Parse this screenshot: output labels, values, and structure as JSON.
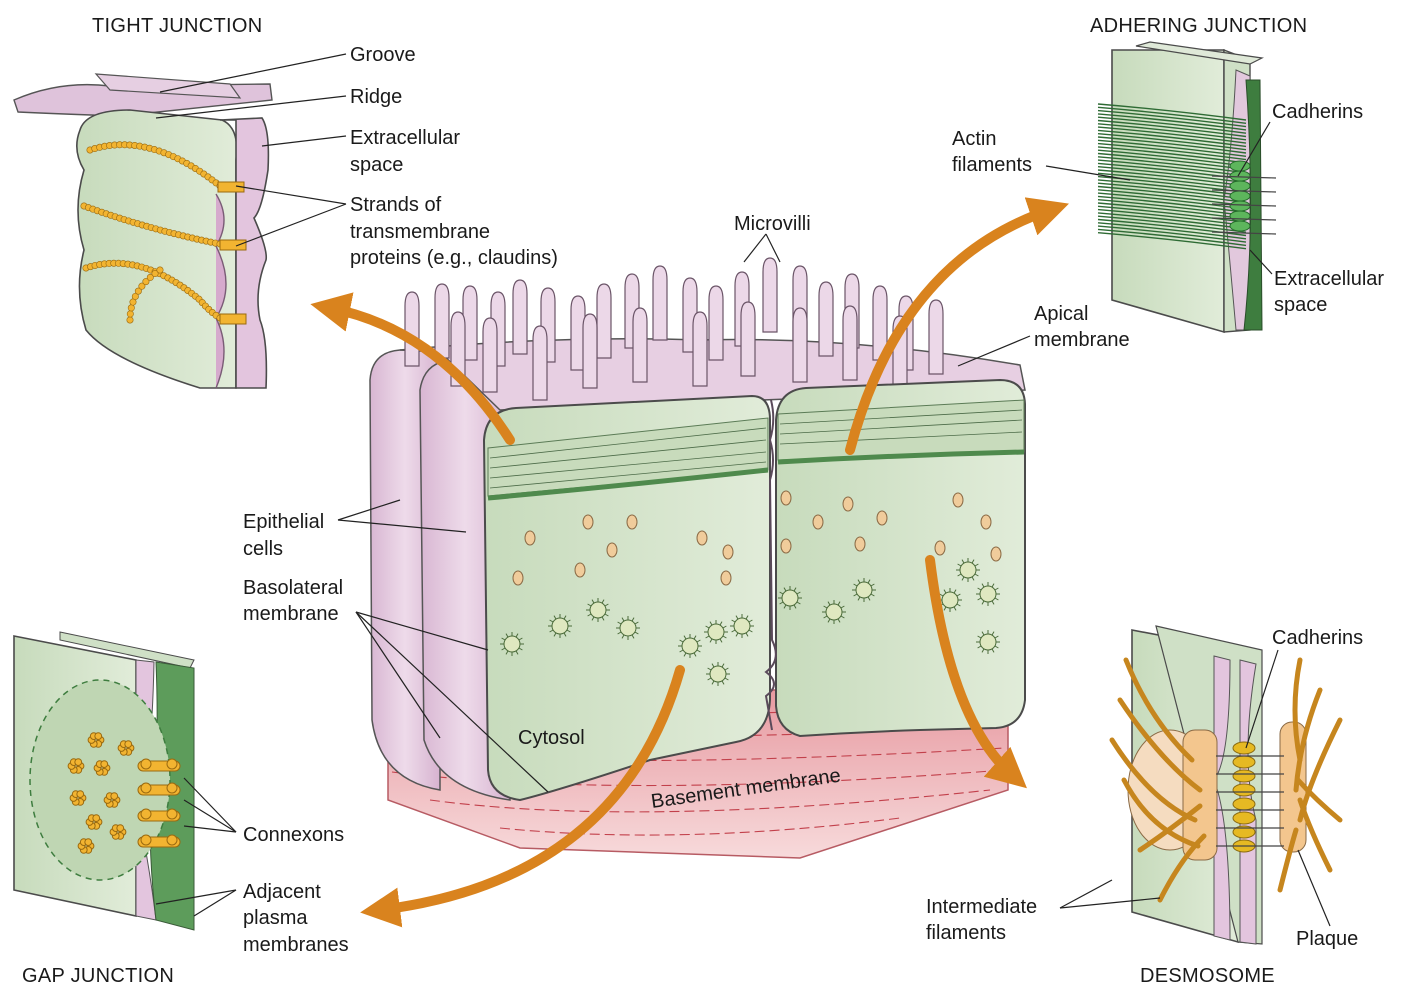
{
  "panels": {
    "tight_junction": {
      "title": "TIGHT JUNCTION",
      "labels": {
        "groove": "Groove",
        "ridge": "Ridge",
        "extracellular_1": "Extracellular",
        "extracellular_2": "space",
        "strands_1": "Strands of",
        "strands_2": "transmembrane",
        "strands_3": "proteins (e.g., claudins)"
      }
    },
    "adhering_junction": {
      "title": "ADHERING JUNCTION",
      "labels": {
        "cadherins": "Cadherins",
        "actin_1": "Actin",
        "actin_2": "filaments",
        "extracellular_1": "Extracellular",
        "extracellular_2": "space"
      }
    },
    "gap_junction": {
      "title": "GAP JUNCTION",
      "labels": {
        "connexons": "Connexons",
        "adjacent_1": "Adjacent",
        "adjacent_2": "plasma",
        "adjacent_3": "membranes"
      }
    },
    "desmosome": {
      "title": "DESMOSOME",
      "labels": {
        "cadherins": "Cadherins",
        "intermediate_1": "Intermediate",
        "intermediate_2": "filaments",
        "plaque": "Plaque"
      }
    }
  },
  "center": {
    "microvilli": "Microvilli",
    "apical_1": "Apical",
    "apical_2": "membrane",
    "epithelial_1": "Epithelial",
    "epithelial_2": "cells",
    "basolateral_1": "Basolateral",
    "basolateral_2": "membrane",
    "cytosol": "Cytosol",
    "basement": "Basement membrane"
  },
  "colors": {
    "cell_green": "#d3e3c9",
    "cell_pink": "#e6cce0",
    "dark_green": "#4f8a4d",
    "basement_red": "#e8a2a6",
    "arrow_orange": "#d9831e",
    "protein_yellow": "#f2b431"
  }
}
